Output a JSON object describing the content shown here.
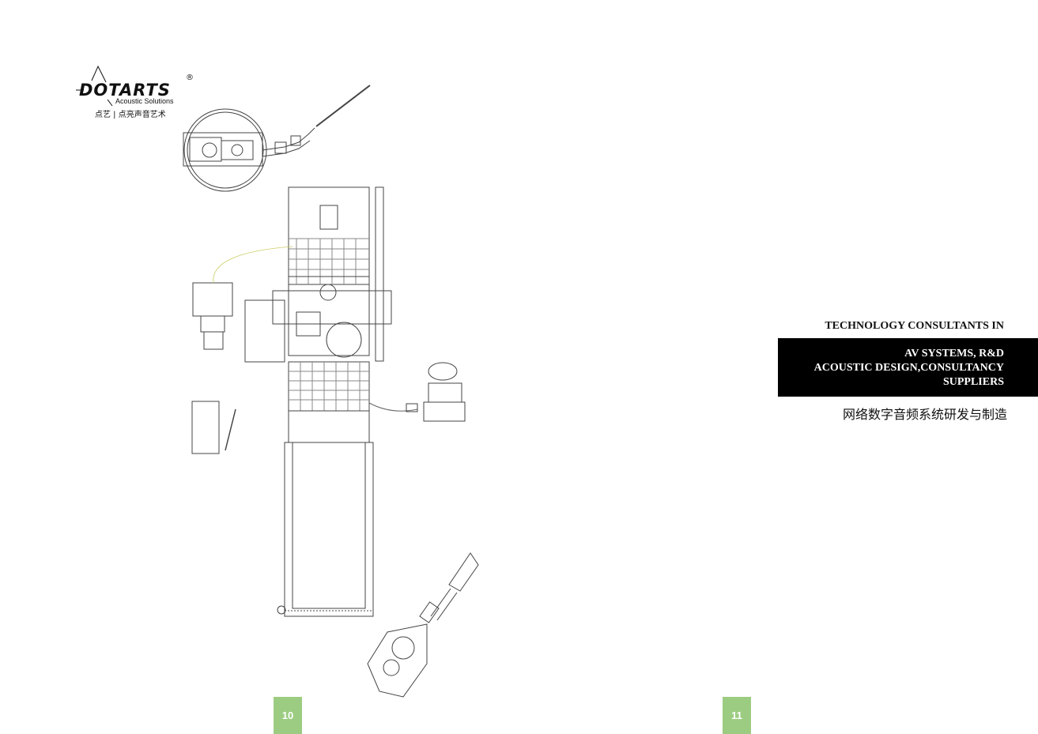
{
  "logo": {
    "wordmark": "DOTARTS",
    "registered": "®",
    "tagline": "Acoustic Solutions",
    "chinese": "点艺 | 点亮声音艺术"
  },
  "right_page": {
    "heading": "TECHNOLOGY CONSULTANTS IN",
    "box_lines": [
      "AV SYSTEMS, R&D",
      "ACOUSTIC DESIGN,CONSULTANCY",
      "SUPPLIERS"
    ],
    "chinese_line": "网络数字音频系统研发与制造"
  },
  "page_numbers": {
    "left": "10",
    "right": "11"
  },
  "colors": {
    "page_number_bg": "#9ccc82",
    "box_bg": "#000000"
  }
}
